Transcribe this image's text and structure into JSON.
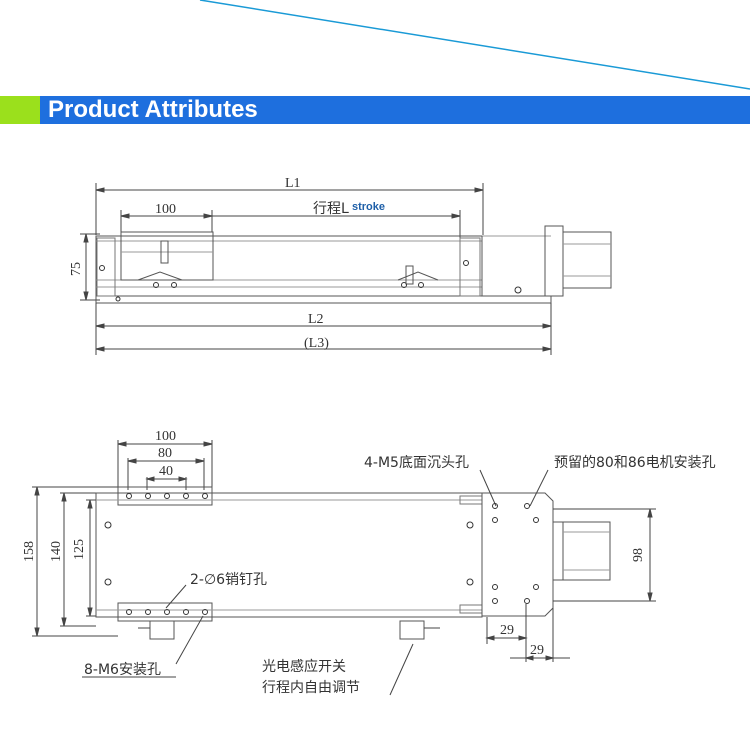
{
  "header": {
    "title": "Product Attributes",
    "colors": {
      "accent_green": "#9be01c",
      "accent_blue": "#1e6fde",
      "line": "#1a9ad6"
    }
  },
  "top_view": {
    "L1": "L1",
    "d100": "100",
    "stroke_prefix": "行程L",
    "stroke_sub": "stroke",
    "d75": "75",
    "L2": "L2",
    "L3": "(L3)"
  },
  "plan_view": {
    "d100": "100",
    "d80": "80",
    "d40": "40",
    "d158": "158",
    "d140": "140",
    "d125": "125",
    "d98": "98",
    "d29a": "29",
    "d29b": "29",
    "note_m5": "4-M5底面沉头孔",
    "note_motor": "预留的80和86电机安装孔",
    "note_pin": "2-∅6销钉孔",
    "note_m6": "8-M6安装孔",
    "note_sensor_1": "光电感应开关",
    "note_sensor_2": "行程内自由调节"
  }
}
